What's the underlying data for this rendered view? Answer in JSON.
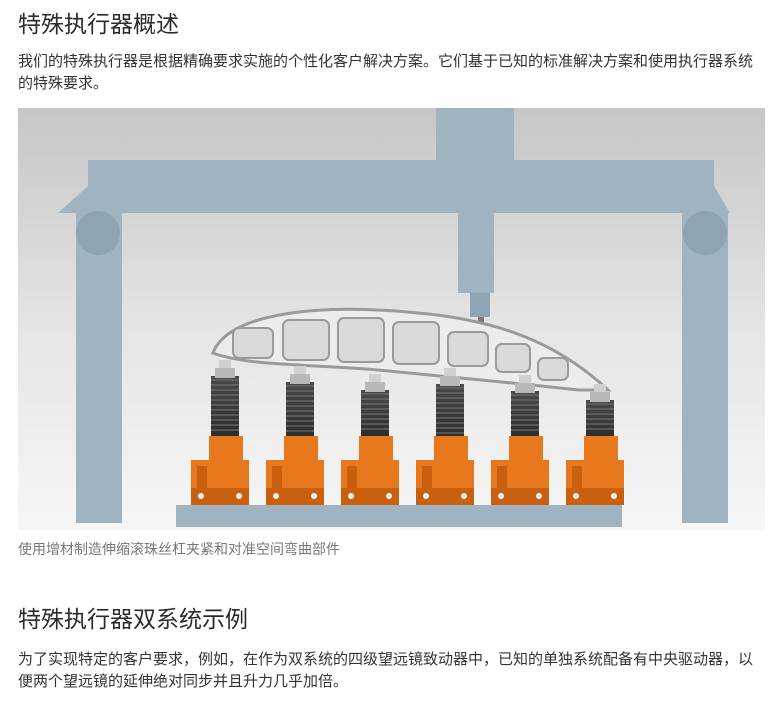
{
  "section1": {
    "title": "特殊执行器概述",
    "paragraph": "我们的特殊执行器是根据精确要求实施的个性化客户解决方案。它们基于已知的标准解决方案和使用执行器系统的特殊要求。"
  },
  "figure": {
    "caption": "使用增材制造伸缩滚珠丝杠夹紧和对准空间弯曲部件",
    "colors": {
      "background_top": "#c8c8c8",
      "background_bottom": "#f4f4f4",
      "gantry": "#9fb3c0",
      "gantry_dark": "#8aa0ae",
      "actuator_orange": "#e8781e",
      "actuator_orange_dark": "#c8600f",
      "spindle_dark": "#3a3a3a",
      "spindle_metal": "#b8b8b8",
      "part_fill": "#e8e8e8",
      "part_outline": "#9a9a9a"
    }
  },
  "section2": {
    "title": "特殊执行器双系统示例",
    "paragraph": "为了实现特定的客户要求，例如，在作为双系统的四级望远镜致动器中，已知的单独系统配备有中央驱动器，以便两个望远镜的延伸绝对同步并且升力几乎加倍。"
  }
}
